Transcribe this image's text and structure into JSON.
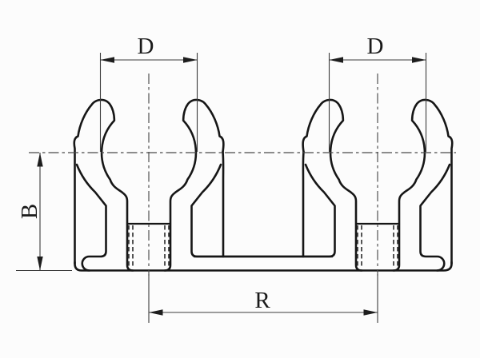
{
  "drawing": {
    "type": "technical-drawing",
    "view": "double-pipe-clip-cross-section",
    "labels": {
      "dim_top_left": "D",
      "dim_top_right": "D",
      "dim_left": "B",
      "dim_bottom": "R"
    },
    "colors": {
      "outline": "#161616",
      "thin_line": "#3c3c3c",
      "centerline": "#4a4a4a",
      "hidden_line": "#1d1d1d",
      "background": "#fcfcfc",
      "label": "#1a1a1a"
    }
  }
}
